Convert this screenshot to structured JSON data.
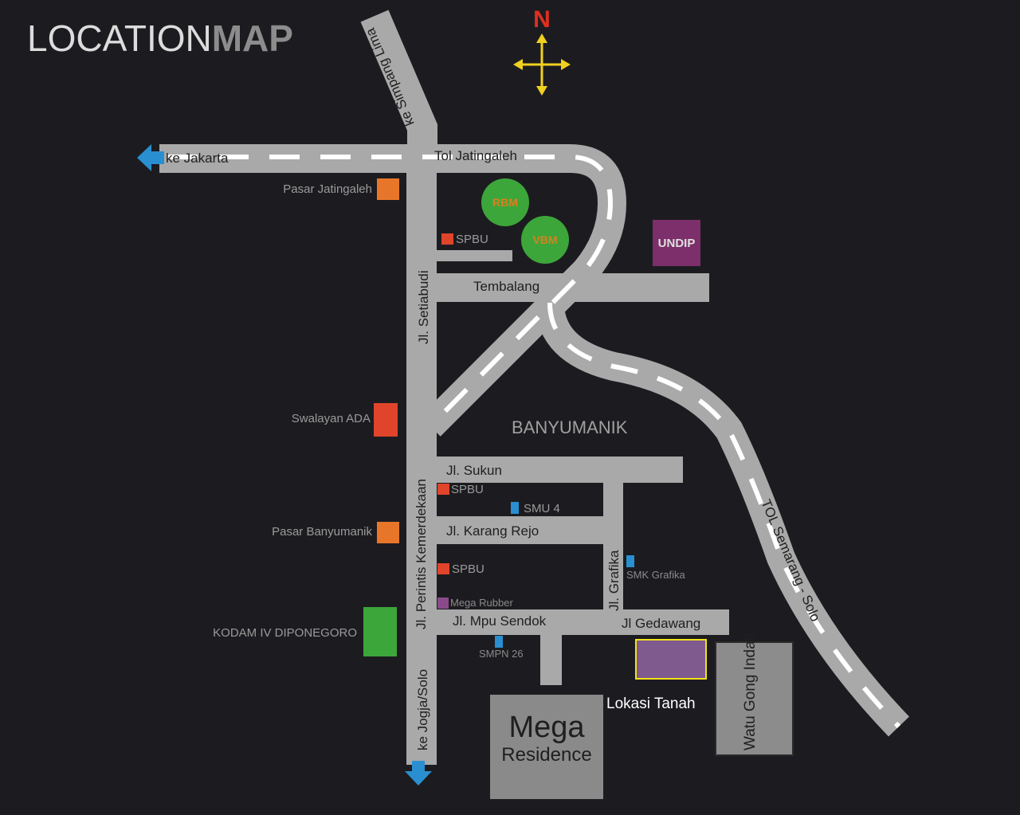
{
  "title": {
    "part1": "LOCATION",
    "part2": "MAP"
  },
  "compass": {
    "north": "N"
  },
  "roads": {
    "simpang_lima": "ke Simpang Lima",
    "jakarta": "ke Jakarta",
    "tol_jatingaleh": "Tol Jatingaleh",
    "setiabudi": "Jl. Setiabudi",
    "tembalang": "Tembalang",
    "sukun": "Jl. Sukun",
    "karang_rejo": "Jl. Karang Rejo",
    "perintis": "Jl. Perintis Kemerdekaan",
    "grafika": "Jl. Grafika",
    "mpu_sendok": "Jl. Mpu Sendok",
    "gedawang": "Jl Gedawang",
    "jogja_solo": "ke Jogja/Solo",
    "tol_semarang_solo": "TOL Semarang - Solo"
  },
  "area": "BANYUMANIK",
  "places": {
    "pasar_jatingaleh": "Pasar Jatingaleh",
    "rbm": "RBM",
    "vbm": "VBM",
    "spbu1": "SPBU",
    "undip": "UNDIP",
    "swalayan_ada": "Swalayan ADA",
    "spbu2": "SPBU",
    "smu4": "SMU 4",
    "pasar_banyumanik": "Pasar Banyumanik",
    "spbu3": "SPBU",
    "smk_grafika": "SMK Grafika",
    "mega_rubber": "Mega Rubber",
    "kodam": "KODAM IV DIPONEGORO",
    "smpn26": "SMPN 26",
    "lokasi_tanah": "Lokasi Tanah",
    "watu_gong": "Watu Gong Indah",
    "mega": "Mega",
    "residence": "Residence"
  },
  "colors": {
    "road": "#a9a9a9",
    "orange": "#e8762a",
    "red": "#e0452c",
    "green": "#3da63a",
    "purple": "#7c2f6a",
    "blue": "#2a8fd0",
    "lot": "#7e5a8e",
    "highlight": "#f2e21a"
  }
}
